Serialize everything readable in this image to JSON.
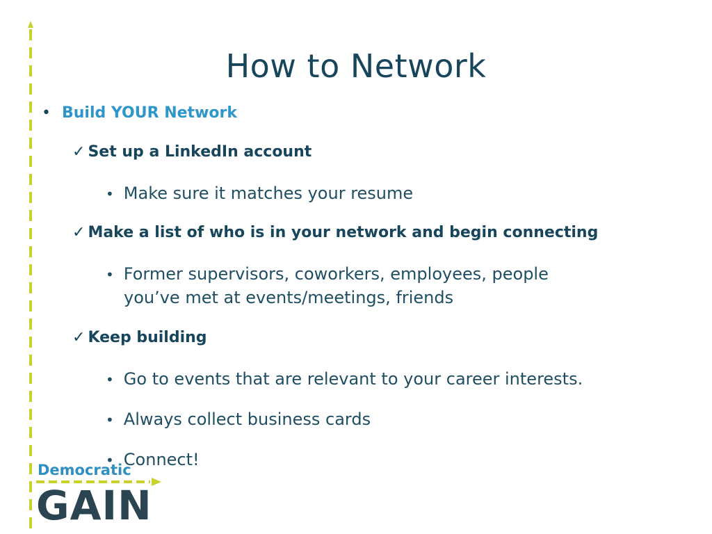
{
  "slide": {
    "title": "How to Network",
    "heading": "Build YOUR Network",
    "items": [
      {
        "text": "Set up a LinkedIn account",
        "subs": [
          "Make sure it matches your resume"
        ]
      },
      {
        "text": "Make a list of who is in your network and begin connecting",
        "subs": [
          "Former supervisors, coworkers, employees, people",
          "you’ve met at events/meetings, friends"
        ]
      },
      {
        "text": "Keep building",
        "subs": [
          "Go to events that are relevant to your career interests.",
          "Always collect business cards",
          "Connect!"
        ]
      }
    ]
  },
  "glyphs": {
    "bullet": "•",
    "check": "✓"
  },
  "logo": {
    "top": "Democratic",
    "bottom": "GAIN"
  },
  "colors": {
    "accent_yellow": "#c8d22a",
    "title": "#17465c",
    "heading": "#2e96c8",
    "logo_dark": "#2b4452",
    "logo_blue": "#2e8fc2"
  },
  "icons": [
    "up-arrow-icon",
    "check-icon",
    "right-arrow-icon"
  ]
}
